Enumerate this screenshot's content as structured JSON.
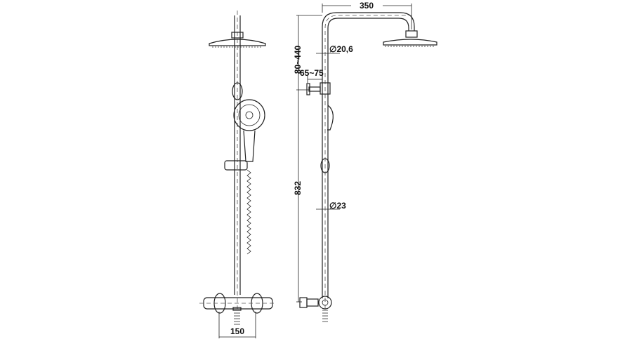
{
  "title": "Shower column technical drawing",
  "dimensions": {
    "arm_length": "350",
    "height_adjust": "80~440",
    "arm_diameter": "∅20,6",
    "wall_distance": "65~75",
    "column_height": "832",
    "pipe_diameter": "∅23",
    "inlet_spacing": "150"
  },
  "colors": {
    "line": "#222222",
    "background": "#ffffff"
  }
}
